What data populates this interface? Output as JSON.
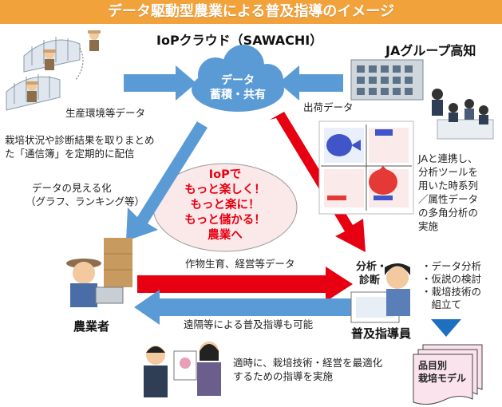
{
  "title": "データ駆動型農業による普及指導のイメージ",
  "cloud": {
    "name": "IoPクラウド（SAWACHI）",
    "line1": "データ",
    "line2": "蓄積・共有"
  },
  "ja": {
    "name": "JAグループ高知"
  },
  "labels": {
    "seisan_data": "生産環境等データ",
    "shukka_data": "出荷データ",
    "tsushinbo_line1": "栽培状況や診断結果を取りまとめ",
    "tsushinbo_line2": "た「通信簿」を定期的に配信",
    "mieruka_line1": "データの見える化",
    "mieruka_line2": "（グラフ、ランキング等）",
    "ja_analysis_line1": "JAと連携し、",
    "ja_analysis_line2": "分析ツールを",
    "ja_analysis_line3": "用いた時系列",
    "ja_analysis_line4": "／属性データ",
    "ja_analysis_line5": "の多角分析の",
    "ja_analysis_line6": "実施",
    "sakumotsu_data": "作物生育、経営等データ",
    "enkaku": "遠隔等による普及指導も可能",
    "farmer": "農業者",
    "bunseki": "分析・",
    "shindan": "診断",
    "advisor": "普及指導員",
    "tasks": [
      "・データ分析",
      "・仮説の検討",
      "・栽培技術の",
      "　組立て"
    ],
    "model_line1": "品目別",
    "model_line2": "栽培モデル",
    "tekiji_line1": "適時に、栽培技術・経営を最適化",
    "tekiji_line2": "するための指導を実施"
  },
  "ellipse": {
    "line1": "IoPで",
    "line2": "もっと楽しく！",
    "line3": "もっと楽に！",
    "line4": "もっと儲かる！",
    "line5": "農業へ"
  },
  "colors": {
    "title_bg": "#f2a23a",
    "blue_arrow": "#5b9bd5",
    "red_arrow": "#e60012",
    "cloud": "#5b9bd5",
    "ellipse_fill": "#fbe9ea",
    "doc_fill": "#fbe3ee"
  }
}
